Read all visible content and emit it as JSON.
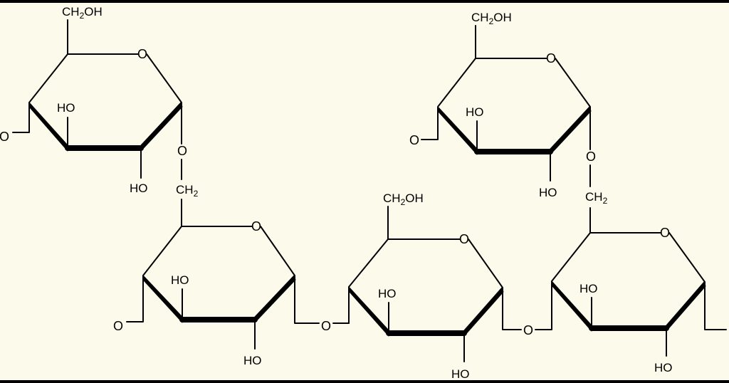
{
  "rings": [
    {
      "id": "ring-1",
      "ch2oh": {
        "pre": "CH",
        "sub": "2",
        "post": "OH"
      },
      "ring_o": "O",
      "ho_inner": "HO",
      "ho_lower": "HO",
      "o_left": "O"
    },
    {
      "id": "ring-2",
      "ring_o": "O",
      "ho_inner": "HO",
      "ho_lower": "HO",
      "o_left": "O"
    },
    {
      "id": "ring-3",
      "ch2oh": {
        "pre": "CH",
        "sub": "2",
        "post": "OH"
      },
      "ring_o": "O",
      "ho_inner": "HO",
      "ho_lower": "HO"
    },
    {
      "id": "ring-4",
      "ch2oh": {
        "pre": "CH",
        "sub": "2",
        "post": "OH"
      },
      "ring_o": "O",
      "ho_inner": "HO",
      "ho_lower": "HO",
      "o_left": "O"
    },
    {
      "id": "ring-5",
      "ring_o": "O",
      "ho_inner": "HO",
      "ho_lower": "HO"
    }
  ],
  "links": {
    "o_bridge_1": "O",
    "ch2_1": {
      "pre": "CH",
      "sub": "2"
    },
    "o_bridge_2": "O",
    "o_bridge_3": "O",
    "o_bridge_4": "O",
    "ch2_2": {
      "pre": "CH",
      "sub": "2"
    }
  },
  "colors": {
    "background": "#fbfaeb",
    "ink": "#000000",
    "frame": "#000000"
  }
}
